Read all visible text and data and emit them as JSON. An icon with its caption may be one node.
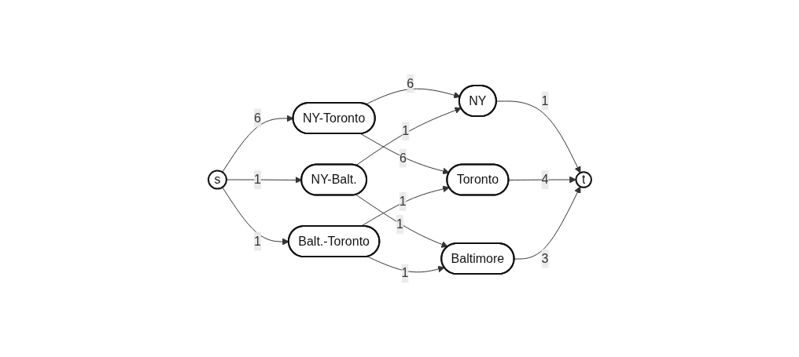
{
  "diagram": {
    "nodes": [
      {
        "text": [
          "s"
        ]
      },
      {
        "text": [
          "NY-Toronto"
        ]
      },
      {
        "text": [
          "NY-Balt."
        ]
      },
      {
        "text": [
          "Balt.-Toronto"
        ]
      },
      {
        "text": [
          "NY"
        ]
      },
      {
        "text": [
          "Toronto"
        ]
      },
      {
        "text": [
          "Baltimore"
        ]
      },
      {
        "text": [
          "t"
        ]
      }
    ],
    "edges": [
      {
        "from": 0,
        "to": 1,
        "arrow": "to",
        "label": "6"
      },
      {
        "from": 0,
        "to": 2,
        "arrow": "to",
        "label": "1"
      },
      {
        "from": 0,
        "to": 3,
        "arrow": "to",
        "label": "1"
      },
      {
        "from": 1,
        "to": 4,
        "arrow": "to",
        "label": "6"
      },
      {
        "from": 1,
        "to": 5,
        "arrow": "to",
        "label": "6"
      },
      {
        "from": 2,
        "to": 4,
        "arrow": "to",
        "label": "1"
      },
      {
        "from": 2,
        "to": 6,
        "arrow": "to",
        "label": "1"
      },
      {
        "from": 3,
        "to": 5,
        "arrow": "to",
        "label": "1"
      },
      {
        "from": 3,
        "to": 6,
        "arrow": "to",
        "label": "1"
      },
      {
        "from": 4,
        "to": 7,
        "arrow": "to",
        "label": "1"
      },
      {
        "from": 5,
        "to": 7,
        "arrow": "to",
        "label": "4"
      },
      {
        "from": 6,
        "to": 7,
        "arrow": "to",
        "label": "3"
      }
    ]
  }
}
